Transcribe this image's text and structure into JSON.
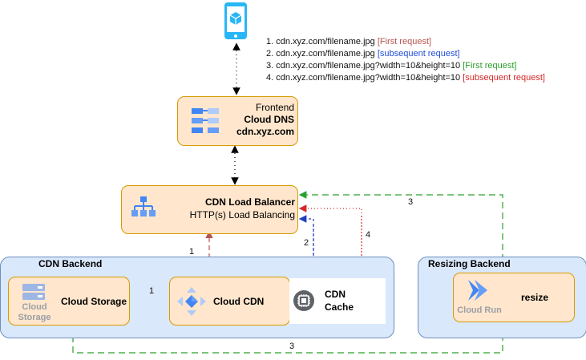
{
  "requests": [
    {
      "num": "1.",
      "url": "cdn.xyz.com/filename.jpg",
      "tag": "[First request]",
      "tag_color": "#b85450"
    },
    {
      "num": "2.",
      "url": "cdn.xyz.com/filename.jpg",
      "tag": "[subsequent request]",
      "tag_color": "#1f4ed8"
    },
    {
      "num": "3.",
      "url": "cdn.xyz.com/filename.jpg?width=10&height=10",
      "tag": "[First request]",
      "tag_color": "#2ca02c"
    },
    {
      "num": "4.",
      "url": "cdn.xyz.com/filename.jpg?width=10&height=10",
      "tag": "[subsequent request]",
      "tag_color": "#d62728"
    }
  ],
  "dns": {
    "line1": "Frontend",
    "line2": "Cloud DNS",
    "line3": "cdn.xyz.com"
  },
  "lb": {
    "line1": "CDN Load Balancer",
    "line2": "HTTP(s) Load Balancing"
  },
  "cdn_backend": {
    "title": "CDN Backend"
  },
  "resizing_backend": {
    "title": "Resizing Backend"
  },
  "storage": {
    "label": "Cloud Storage",
    "icon_caption1": "Cloud",
    "icon_caption2": "Storage"
  },
  "cloud_cdn": {
    "label": "Cloud CDN"
  },
  "cache": {
    "line1": "CDN",
    "line2": "Cache"
  },
  "resize": {
    "label": "resize",
    "icon_caption": "Cloud Run"
  },
  "edge_labels": {
    "lb_to_cdn": "1",
    "storage_to_cdn": "1",
    "cache_blue": "2",
    "cache_red": "4",
    "run_to_lb": "3",
    "storage_to_run": "3"
  },
  "colors": {
    "node_fill": "#ffe6cc",
    "node_border": "#d79b00",
    "region_fill": "#dae8fc",
    "region_border": "#6c8ebf",
    "green": "#2ca02c",
    "blue": "#1f3fbf",
    "red": "#d62728",
    "brown": "#b85450"
  }
}
